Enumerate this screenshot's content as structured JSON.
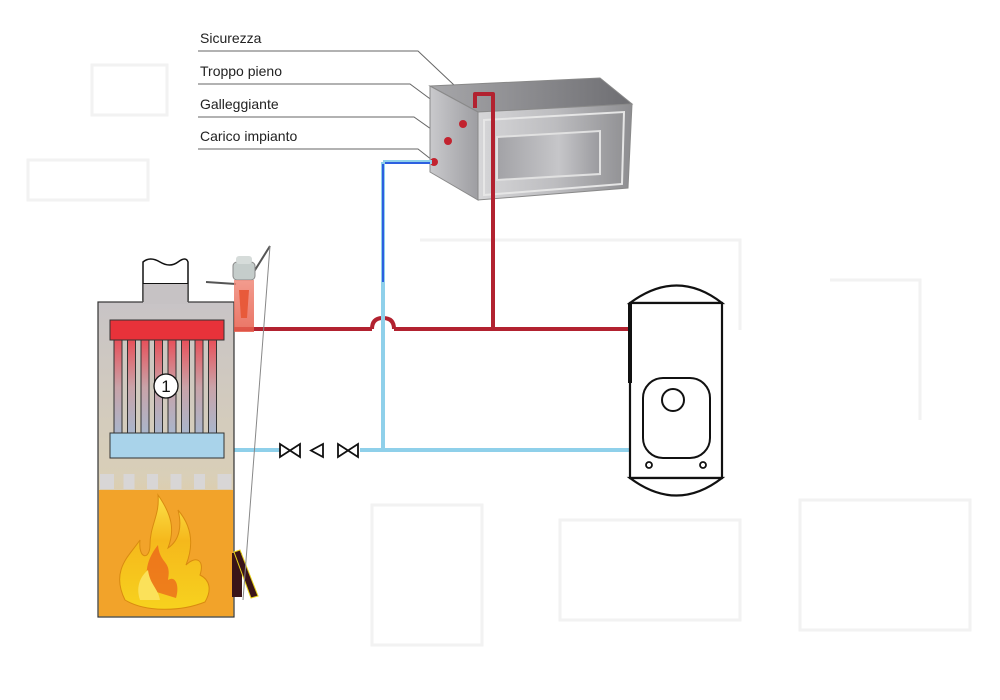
{
  "diagram": {
    "type": "heating-system-schematic",
    "labels": [
      {
        "id": "sicurezza",
        "text": "Sicurezza"
      },
      {
        "id": "troppo-pieno",
        "text": "Troppo pieno"
      },
      {
        "id": "galleggiante",
        "text": "Galleggiante"
      },
      {
        "id": "carico-impianto",
        "text": "Carico impianto"
      }
    ],
    "boiler": {
      "number_label": "1"
    },
    "colors": {
      "hot_pipe": "#b22230",
      "cold_pipe": "#8fd0ea",
      "fill_pipe": "#2d5fe0",
      "flame_bg": "#f2a32a",
      "boiler_casing": "#c9c4c2",
      "heat_exchanger_hot": "#e8323a",
      "heat_exchanger_cold": "#a9d3ea",
      "tank": "#b0b0b0"
    },
    "components": [
      "boiler",
      "expansion-tank",
      "safety-valve",
      "storage-cylinder",
      "gate-valve",
      "check-valve",
      "gate-valve"
    ]
  }
}
